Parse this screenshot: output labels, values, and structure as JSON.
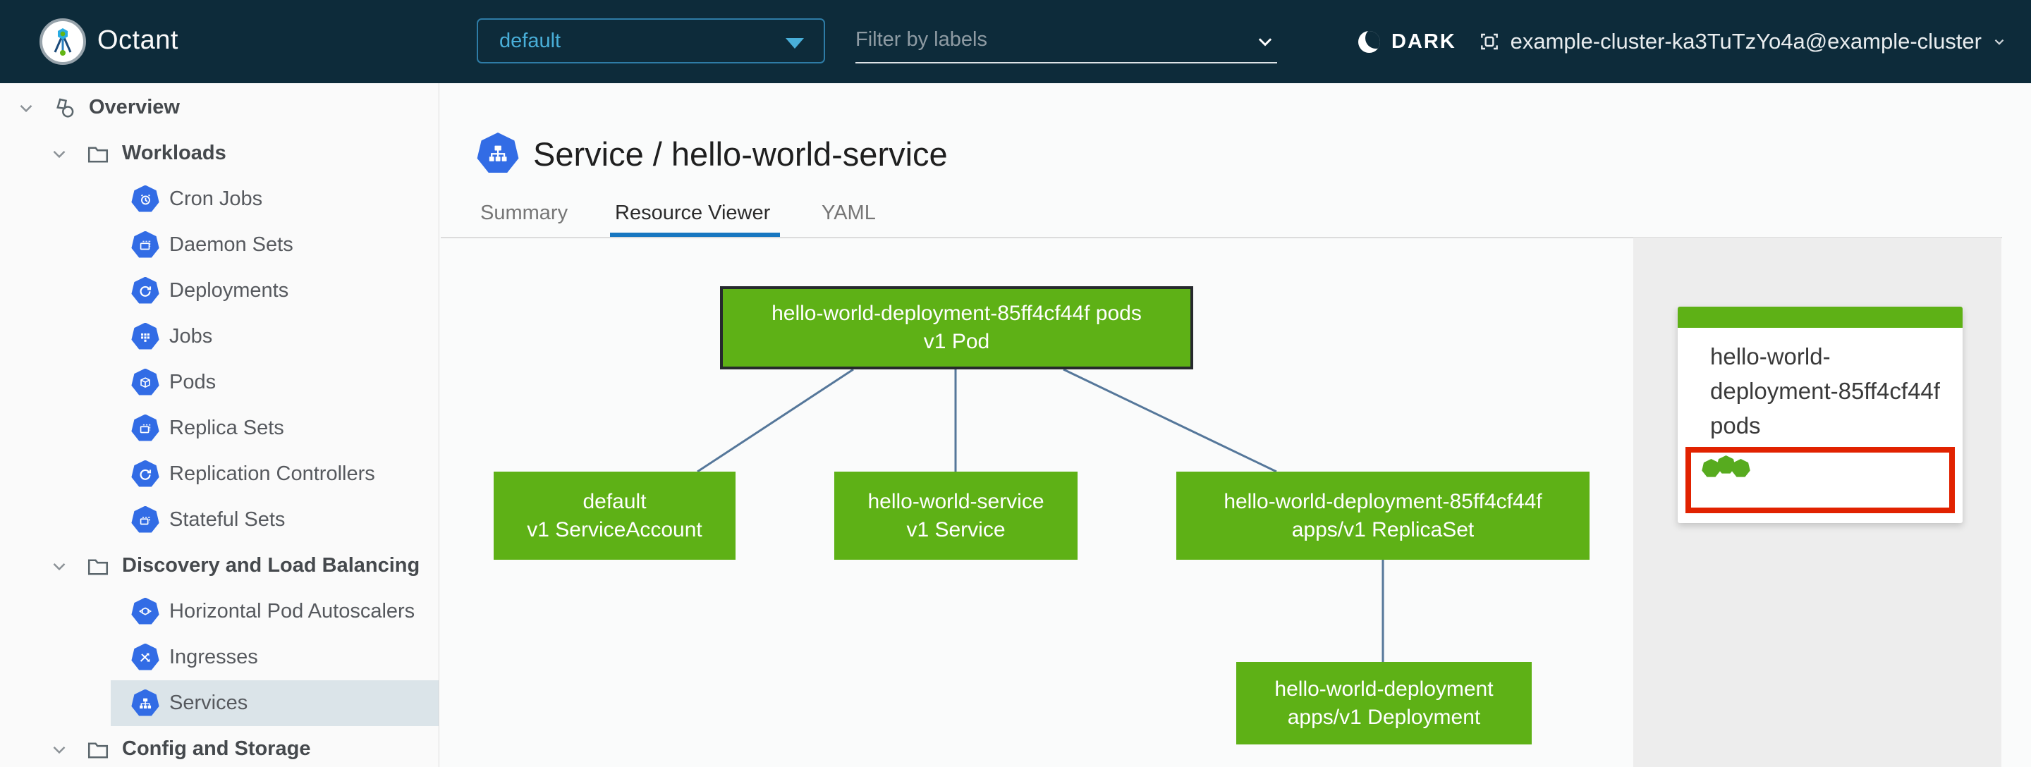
{
  "header": {
    "app_title": "Octant",
    "namespace_selector": {
      "value": "default"
    },
    "label_filter": {
      "placeholder": "Filter by labels",
      "value": ""
    },
    "theme_toggle_label": "DARK",
    "context_switcher": "example-cluster-ka3TuTzYo4a@example-cluster"
  },
  "sidebar": {
    "items": [
      {
        "label": "Overview",
        "level": 0,
        "icon": "objects-icon",
        "expanded": true
      },
      {
        "label": "Workloads",
        "level": 1,
        "icon": "folder-icon",
        "expanded": true
      },
      {
        "label": "Cron Jobs",
        "level": 2,
        "icon": "cronjob-icon"
      },
      {
        "label": "Daemon Sets",
        "level": 2,
        "icon": "daemonset-icon"
      },
      {
        "label": "Deployments",
        "level": 2,
        "icon": "deployment-icon"
      },
      {
        "label": "Jobs",
        "level": 2,
        "icon": "job-icon"
      },
      {
        "label": "Pods",
        "level": 2,
        "icon": "pod-icon"
      },
      {
        "label": "Replica Sets",
        "level": 2,
        "icon": "replicaset-icon"
      },
      {
        "label": "Replication Controllers",
        "level": 2,
        "icon": "replicationcontroller-icon"
      },
      {
        "label": "Stateful Sets",
        "level": 2,
        "icon": "statefulset-icon"
      },
      {
        "label": "Discovery and Load Balancing",
        "level": 1,
        "icon": "folder-icon",
        "expanded": true
      },
      {
        "label": "Horizontal Pod Autoscalers",
        "level": 2,
        "icon": "hpa-icon"
      },
      {
        "label": "Ingresses",
        "level": 2,
        "icon": "ingress-icon"
      },
      {
        "label": "Services",
        "level": 2,
        "icon": "service-icon",
        "selected": true
      },
      {
        "label": "Config and Storage",
        "level": 1,
        "icon": "folder-icon",
        "expanded": true
      }
    ]
  },
  "main": {
    "page_title": "Service / hello-world-service",
    "tabs": [
      {
        "label": "Summary",
        "active": false
      },
      {
        "label": "Resource Viewer",
        "active": true
      },
      {
        "label": "YAML",
        "active": false
      }
    ]
  },
  "graph": {
    "nodes": [
      {
        "id": "pod",
        "line1": "hello-world-deployment-85ff4cf44f pods",
        "line2": "v1 Pod",
        "selected": true,
        "status": "ok"
      },
      {
        "id": "serviceaccount",
        "line1": "default",
        "line2": "v1 ServiceAccount",
        "status": "ok"
      },
      {
        "id": "service",
        "line1": "hello-world-service",
        "line2": "v1 Service",
        "status": "ok"
      },
      {
        "id": "replicaset",
        "line1": "hello-world-deployment-85ff4cf44f",
        "line2": "apps/v1 ReplicaSet",
        "status": "ok"
      },
      {
        "id": "deployment",
        "line1": "hello-world-deployment",
        "line2": "apps/v1 Deployment",
        "status": "ok"
      }
    ],
    "edges": [
      [
        "pod",
        "serviceaccount"
      ],
      [
        "pod",
        "service"
      ],
      [
        "pod",
        "replicaset"
      ],
      [
        "replicaset",
        "deployment"
      ]
    ]
  },
  "detail_panel": {
    "title": "hello-world-deployment-85ff4cf44f pods",
    "pod_count": 3
  },
  "colors": {
    "header_bg": "#0d2b3a",
    "accent_green": "#5eb116",
    "k8s_blue": "#326ce5",
    "selection_red": "#e12200",
    "link_blue": "#49afd9",
    "tab_active_blue": "#1777c0",
    "edge_blue": "#55779a"
  }
}
